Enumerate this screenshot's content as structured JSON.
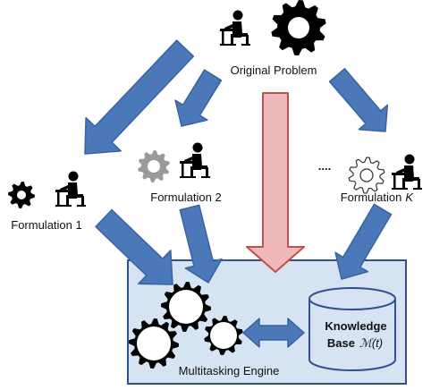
{
  "nodes": {
    "original_problem": {
      "label": "Original Problem"
    },
    "formulation_1": {
      "label": "Formulation 1"
    },
    "formulation_2": {
      "label": "Formulation 2"
    },
    "formulation_k": {
      "label": "Formulation",
      "label_var": "K"
    },
    "ellipsis": {
      "label": "...."
    },
    "knowledge_base": {
      "line1": "Knowledge",
      "line2": "Base",
      "symbol": "ℳ(t)"
    },
    "engine": {
      "label": "Multitasking Engine"
    }
  },
  "colors": {
    "flow_arrow": "#4a78b8",
    "flow_arrow_stroke": "#3a62a0",
    "direct_arrow": "#f0b9b9",
    "direct_arrow_stroke": "#c0504d",
    "engine_fill": "#d6e3f3",
    "engine_stroke": "#2f528f",
    "cylinder_fill": "#d6e3f3",
    "cylinder_stroke": "#2f528f",
    "gear_black": "#000000",
    "gear_gray": "#9a9a9a"
  },
  "icons": [
    "person-at-desk-icon",
    "gear-icon",
    "database-icon",
    "double-arrow-icon"
  ]
}
